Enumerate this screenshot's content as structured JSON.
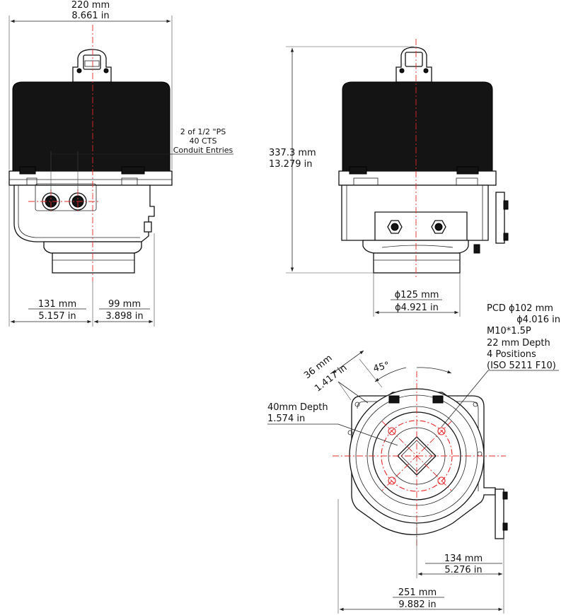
{
  "front_view": {
    "width_mm": "220 mm",
    "width_in": "8.661 in",
    "conduit_line1": "2 of 1/2 \"PS",
    "conduit_line2": "40 CTS",
    "conduit_line3": "Conduit Entries",
    "left_mm": "131 mm",
    "left_in": "5.157 in",
    "right_mm": "99 mm",
    "right_in": "3.898 in"
  },
  "side_view": {
    "height_mm": "337.3 mm",
    "height_in": "13.279 in",
    "flange_mm": "ϕ125 mm",
    "flange_in": "ϕ4.921 in"
  },
  "bottom_view": {
    "pcd_line1": "PCD ϕ102 mm",
    "pcd_line2": "ϕ4.016 in",
    "pcd_line3": "M10*1.5P",
    "pcd_line4": "22 mm Depth",
    "pcd_line5": "4 Positions",
    "pcd_line6": "(ISO 5211 F10)",
    "angle": "45°",
    "square_mm": "36 mm",
    "square_in": "1.417 in",
    "depth_line1": "40mm Depth",
    "depth_line2": "1.574 in",
    "offset_mm": "134 mm",
    "offset_in": "5.276 in",
    "width_mm": "251 mm",
    "width_in": "9.882 in"
  }
}
